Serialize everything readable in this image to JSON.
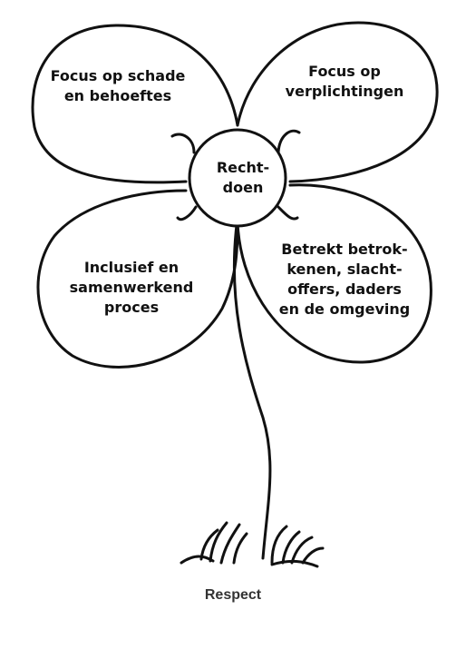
{
  "diagram": {
    "center": {
      "lines": [
        "Recht-",
        "doen"
      ]
    },
    "petals": {
      "top_left": {
        "lines": [
          "Focus op schade",
          "en behoeftes"
        ]
      },
      "top_right": {
        "lines": [
          "Focus op",
          "verplichtingen"
        ]
      },
      "bottom_left": {
        "lines": [
          "Inclusief en",
          "samenwerkend",
          "proces"
        ]
      },
      "bottom_right": {
        "lines": [
          "Betrekt betrok-",
          "kenen, slacht-",
          "offers, daders",
          "en de omgeving"
        ]
      }
    },
    "root": {
      "label": "Respect"
    }
  },
  "colors": {
    "outline": "#111111",
    "background": "#ffffff",
    "root_text": "#333333"
  }
}
